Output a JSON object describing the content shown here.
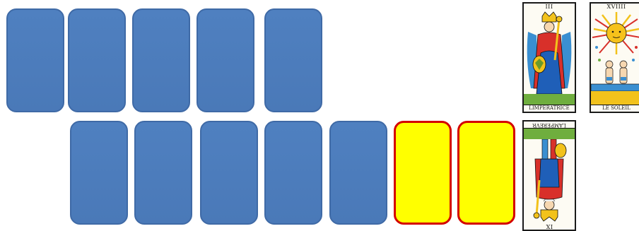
{
  "board": {
    "top_row": {
      "face_down_count": 5
    },
    "bottom_row": {
      "face_down_count": 5,
      "selected_count": 2
    }
  },
  "colors": {
    "card_back": "#4f80c0",
    "card_back_border": "#3f6aa6",
    "selected_fill": "#ffff00",
    "selected_border": "#d40000"
  },
  "revealed": [
    {
      "numeral": "III",
      "name": "LIMPERATRICE",
      "orientation": "upright",
      "icon": "empress-card-icon"
    },
    {
      "numeral": "XVIIII",
      "name": "LE SOLEIL",
      "orientation": "upright",
      "icon": "sun-card-icon"
    },
    {
      "numeral": "IX",
      "name": "LAMPEREVR",
      "orientation": "reversed",
      "icon": "emperor-card-icon"
    }
  ]
}
